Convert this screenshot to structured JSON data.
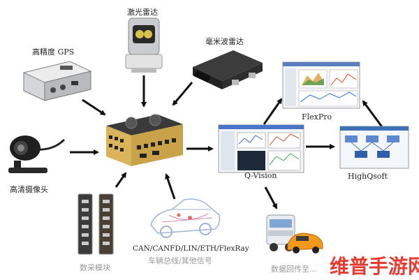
{
  "labels": {
    "lidar": "激光雷达",
    "gps": "高精度 GPS",
    "mmwave": "毫米波雷达",
    "camera": "高清摄像头",
    "daq": "数采模块",
    "bus_line1": "CAN/CANFD/LIN/ETH/FlexRay",
    "bus_line2": "车辆总线/其他信号",
    "flexpro": "FlexPro",
    "qvision": "Q-Vision",
    "highqsoft": "HighQsoft",
    "datareturn": "数据回传至..."
  },
  "watermark": {
    "text": "维普手游网"
  },
  "colors": {
    "arrow": "#111111",
    "logger_body": "#2b2b2b",
    "logger_gold": "#d9b45a",
    "watermark_red": "#e83a2f"
  }
}
